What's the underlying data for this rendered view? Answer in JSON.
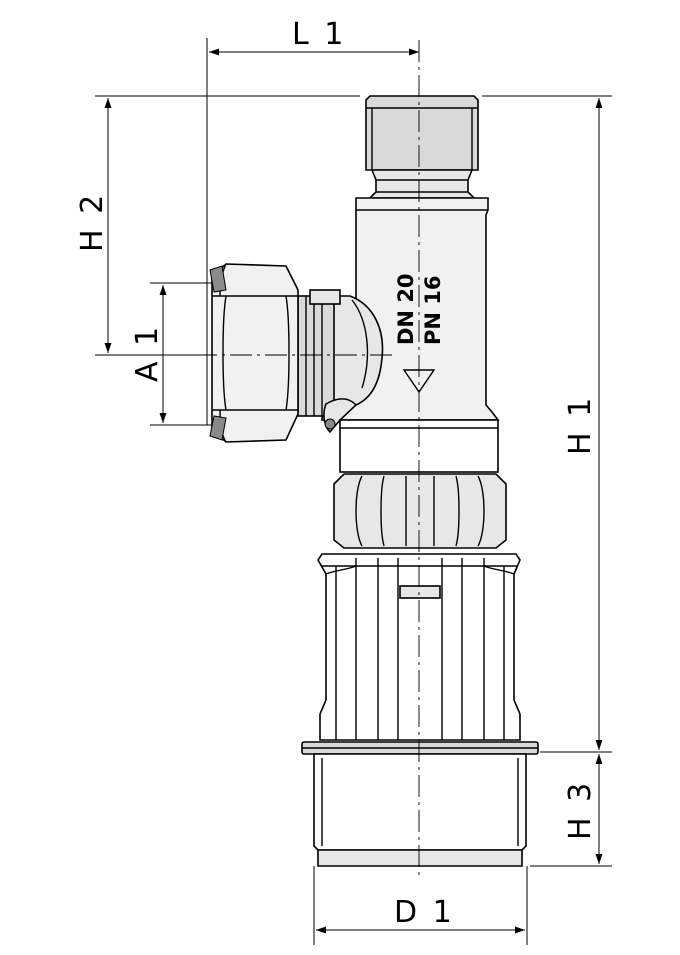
{
  "dimensions": {
    "l1": "L 1",
    "h1": "H 1",
    "h2": "H 2",
    "h3": "H 3",
    "a1": "A 1",
    "d1": "D 1"
  },
  "markings": {
    "nominal_diameter": "DN 20",
    "pressure_nominal": "PN 16"
  },
  "colors": {
    "line": "#000000",
    "body_fill": "#e7e7e7",
    "background": "#ffffff"
  }
}
